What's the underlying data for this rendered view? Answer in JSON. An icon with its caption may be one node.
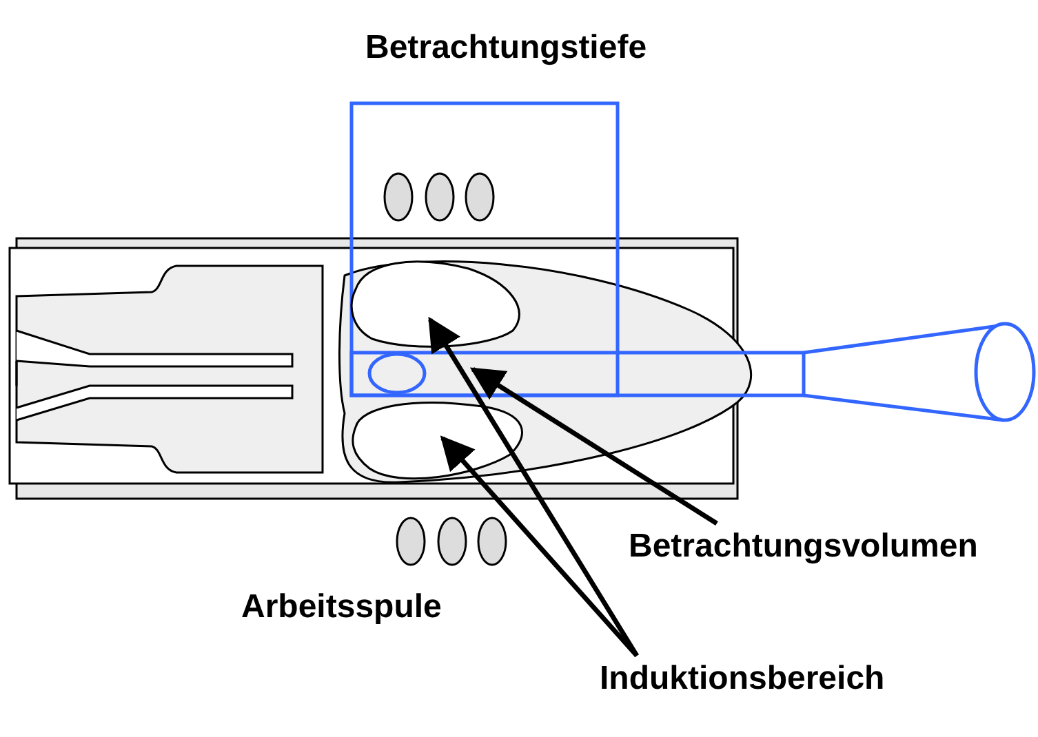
{
  "diagram": {
    "nodes": [
      {
        "text": [
          "Betrachtungsvolumen"
        ]
      },
      {
        "text": [
          "Induktionsbereich"
        ]
      },
      {
        "text": [],
        "shape": "box"
      },
      {
        "text": [],
        "shape": "cloud"
      },
      {
        "text": [],
        "shape": "cloud"
      }
    ],
    "edges": [
      {
        "from": 0,
        "to": 2,
        "arrow": "to"
      },
      {
        "from": 1,
        "to": 3,
        "arrow": "to"
      },
      {
        "from": 1,
        "to": 4,
        "arrow": "to"
      }
    ],
    "labels": [
      "Betrachtungstiefe",
      "Arbeitsspule"
    ]
  }
}
